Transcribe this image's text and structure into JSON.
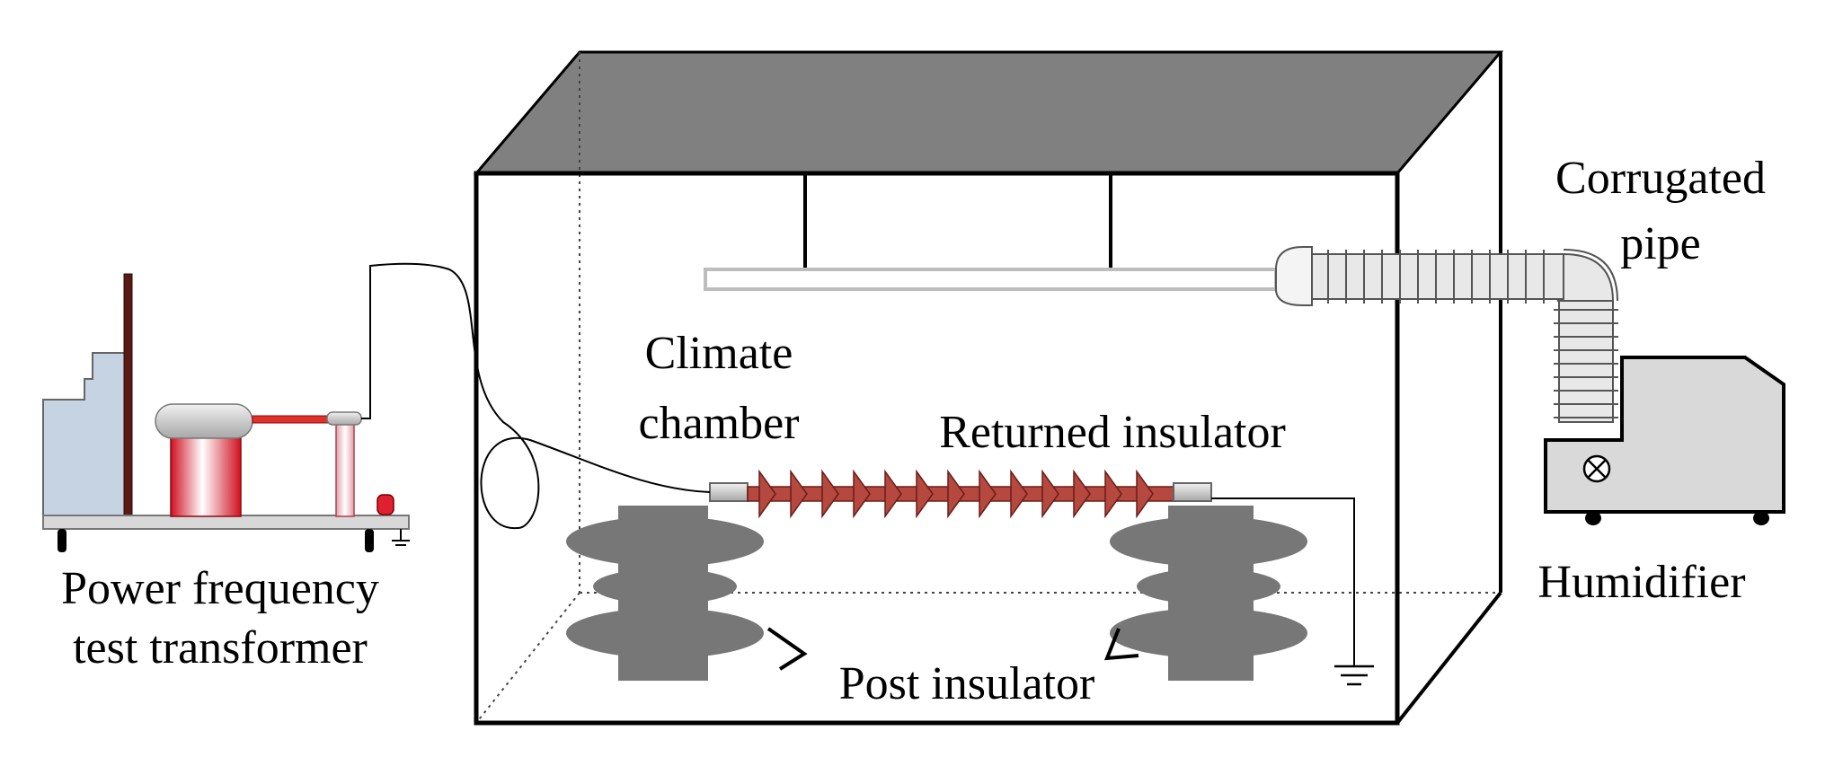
{
  "labels": {
    "transformer_line1": "Power frequency",
    "transformer_line2": "test transformer",
    "chamber_line1": "Climate",
    "chamber_line2": "chamber",
    "returned_insulator": "Returned insulator",
    "post_insulator": "Post insulator",
    "pipe_line1": "Corrugated",
    "pipe_line2": "pipe",
    "humidifier": "Humidifier"
  },
  "colors": {
    "chamber_top": "#808080",
    "post_insulator": "#777777",
    "insulator_sheds": "#b5483f",
    "transformer_body": "#e01a2a",
    "cabinet": "#c5d3e3",
    "humidifier": "#d9d9d9",
    "pipe": "#e8e8e8"
  },
  "icons": {
    "humidifier_dial": "circled-x-icon",
    "ground": "ground-icon"
  }
}
